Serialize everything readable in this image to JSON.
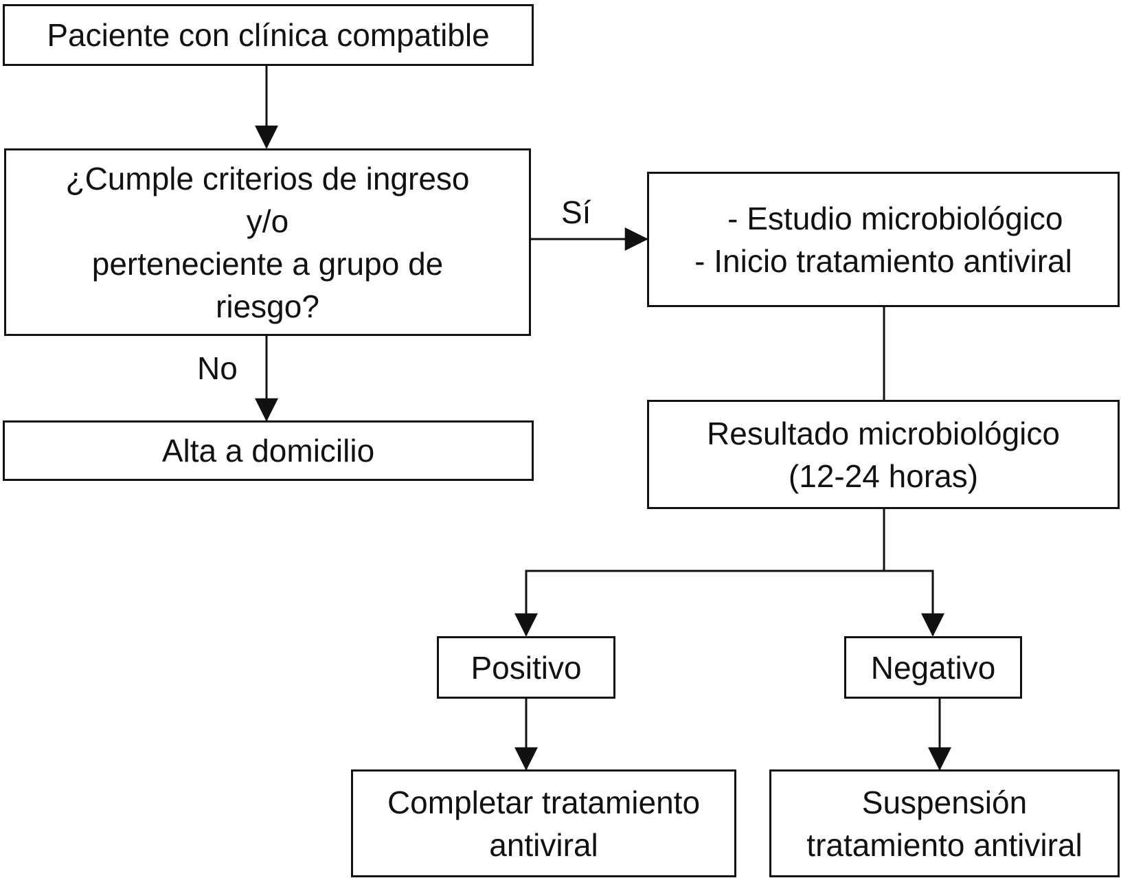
{
  "nodes": {
    "start": {
      "text": "Paciente con clínica compatible"
    },
    "decision": {
      "lines": [
        "¿Cumple criterios de ingreso",
        "y/o",
        "perteneciente a grupo de",
        "riesgo?"
      ]
    },
    "discharge": {
      "text": "Alta a domicilio"
    },
    "study": {
      "lines": [
        "- Estudio microbiológico",
        "- Inicio tratamiento antiviral"
      ]
    },
    "result": {
      "lines": [
        "Resultado microbiológico",
        "(12-24 horas)"
      ]
    },
    "positive": {
      "text": "Positivo"
    },
    "negative": {
      "text": "Negativo"
    },
    "complete": {
      "lines": [
        "Completar tratamiento",
        "antiviral"
      ]
    },
    "suspend": {
      "lines": [
        "Suspensión",
        "tratamiento antiviral"
      ]
    }
  },
  "edge_labels": {
    "yes": "Sí",
    "no": "No"
  }
}
